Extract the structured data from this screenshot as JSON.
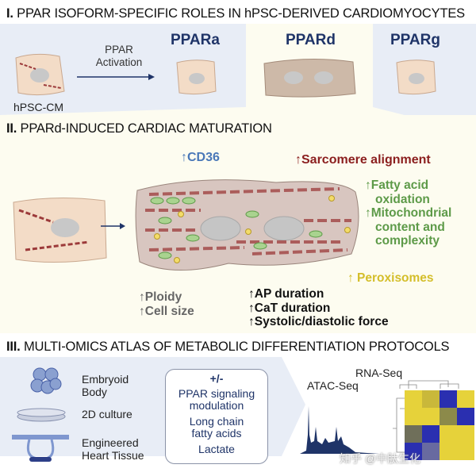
{
  "section1": {
    "numeral": "I.",
    "title": "PPAR ISOFORM-SPECIFIC ROLES IN hPSC-DERIVED CARDIOMYOCYTES",
    "cell_label": "hPSC-CM",
    "arrow_label_1": "PPAR",
    "arrow_label_2": "Activation",
    "isoforms": [
      "PPARa",
      "PPARd",
      "PPARg"
    ]
  },
  "section2": {
    "numeral": "II.",
    "title": "PPARd-INDUCED CARDIAC MATURATION",
    "annotations": {
      "cd36": "↑CD36",
      "sarcomere": "↑Sarcomere alignment",
      "fatty_acid_1": "↑Fatty acid",
      "fatty_acid_2": "oxidation",
      "mito_1": "↑Mitochondrial",
      "mito_2": "content and",
      "mito_3": "complexity",
      "peroxisomes": "↑ Peroxisomes",
      "ploidy": "↑Ploidy",
      "cell_size": "↑Cell size",
      "ap": "↑AP duration",
      "cat": "↑CaT duration",
      "force": "↑Systolic/diastolic force"
    }
  },
  "section3": {
    "numeral": "III.",
    "title": "MULTI-OMICS ATLAS OF METABOLIC DIFFERENTIATION PROTOCOLS",
    "protocols": [
      {
        "line1": "Embryoid",
        "line2": "Body"
      },
      {
        "line1": "2D culture",
        "line2": ""
      },
      {
        "line1": "Engineered",
        "line2": "Heart Tissue"
      }
    ],
    "box": {
      "header": "+/-",
      "item1a": "PPAR signaling",
      "item1b": "modulation",
      "item2a": "Long chain",
      "item2b": "fatty acids",
      "item3": "Lactate"
    },
    "atac_label": "ATAC-Seq",
    "rna_label": "RNA-Seq"
  },
  "watermark": "知乎 @中肽生化",
  "colors": {
    "navy": "#1f3468",
    "cd36": "#4a78b8",
    "sarcomere": "#8b1e1e",
    "green": "#5d9a48",
    "yellow": "#d4be2a",
    "gray": "#666666",
    "panel_blue": "#e8edf6",
    "cream": "#fdfcf0"
  }
}
